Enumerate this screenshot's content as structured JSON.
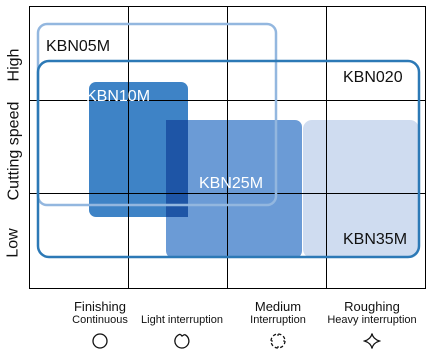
{
  "y_axis": {
    "title": "Cutting speed",
    "high": "High",
    "low": "Low"
  },
  "regions": [
    {
      "id": "KBN05M",
      "label": "KBN05M",
      "style": "outline",
      "color": "#93b7df"
    },
    {
      "id": "KBN020",
      "label": "KBN020",
      "style": "outline",
      "color": "#2c79b6"
    },
    {
      "id": "KBN10M",
      "label": "KBN10M",
      "style": "fill",
      "color": "#3e83c6"
    },
    {
      "id": "KBN25M",
      "label": "KBN25M",
      "style": "fill",
      "color": "#5e93d2"
    },
    {
      "id": "KBN35M",
      "label": "KBN35M",
      "style": "fill",
      "color": "#cfdcf0"
    }
  ],
  "x_axis": [
    {
      "label": "Finishing",
      "sublabel": "Continuous",
      "icon": "circle-icon"
    },
    {
      "label": "",
      "sublabel": "Light interruption",
      "icon": "notched-circle-icon"
    },
    {
      "label": "Medium",
      "sublabel": "Interruption",
      "icon": "slotted-circle-icon"
    },
    {
      "label": "Roughing",
      "sublabel": "Heavy interruption",
      "icon": "cross-shape-icon"
    }
  ]
}
